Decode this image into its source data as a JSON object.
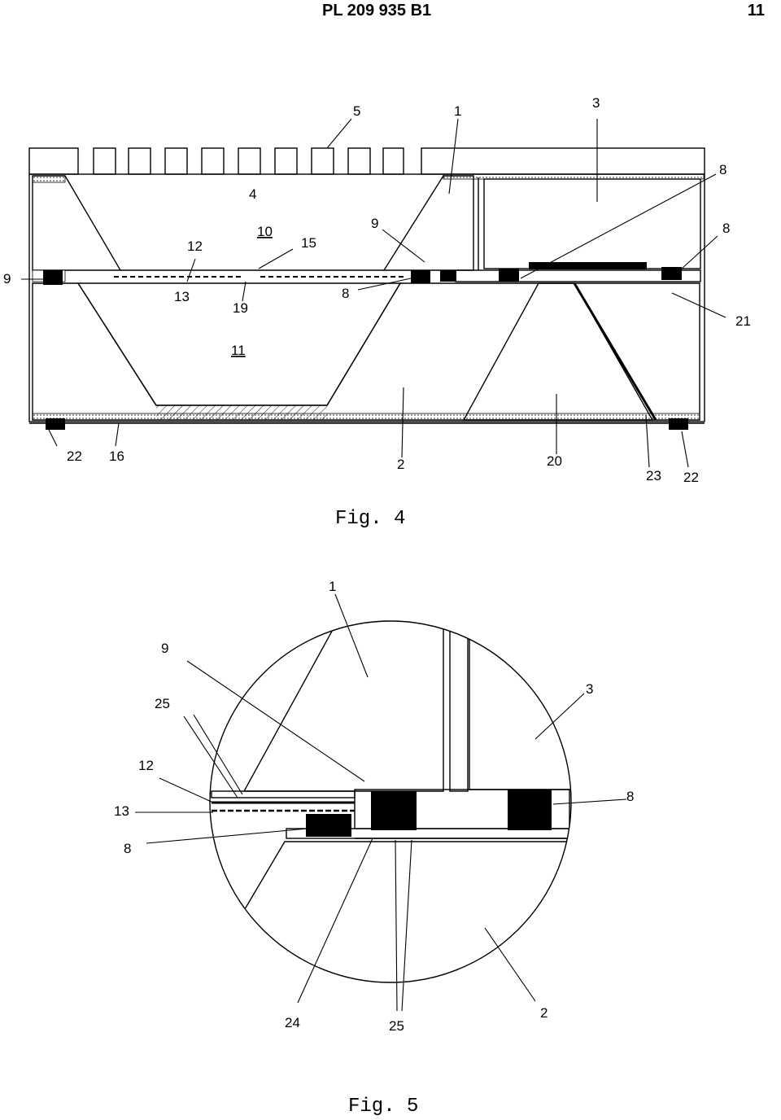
{
  "header": {
    "doc_number": "PL 209 935 B1",
    "page_number": "11"
  },
  "fig4": {
    "caption": "Fig. 4",
    "labels": {
      "l5": "5",
      "l1": "1",
      "l3": "3",
      "l8a": "8",
      "l8b": "8",
      "l8c": "8",
      "l4": "4",
      "l9a": "9",
      "l9b": "9",
      "l10": "10",
      "l12": "12",
      "l15": "15",
      "l13": "13",
      "l19": "19",
      "l21": "21",
      "l11": "11",
      "l22a": "22",
      "l16": "16",
      "l2": "2",
      "l20": "20",
      "l23": "23",
      "l22b": "22"
    }
  },
  "fig5": {
    "caption": "Fig. 5",
    "labels": {
      "l1": "1",
      "l9": "9",
      "l25a": "25",
      "l3": "3",
      "l12": "12",
      "l13": "13",
      "l8a": "8",
      "l8b": "8",
      "l24": "24",
      "l25b": "25",
      "l2": "2"
    }
  }
}
